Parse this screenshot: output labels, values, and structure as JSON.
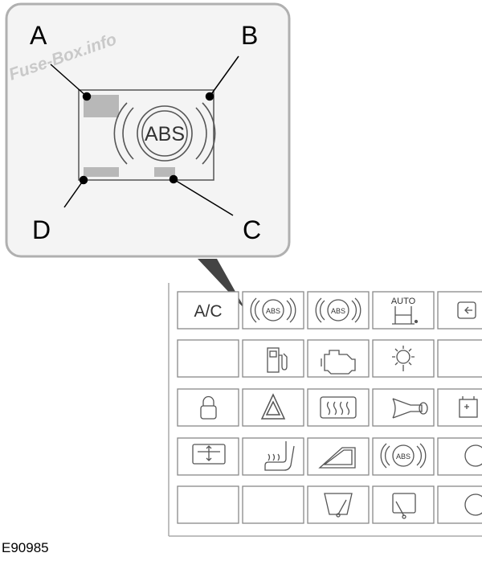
{
  "watermark": "Fuse-Box.info",
  "callouts": {
    "a": "A",
    "b": "B",
    "c": "C",
    "d": "D"
  },
  "magnified": {
    "abs_text": "ABS"
  },
  "grid": {
    "r1": {
      "ac": "A/C",
      "abs1": "ABS",
      "abs2": "ABS",
      "auto": "AUTO"
    },
    "r4": {
      "abs": "ABS"
    }
  },
  "figure_code": "E90985"
}
